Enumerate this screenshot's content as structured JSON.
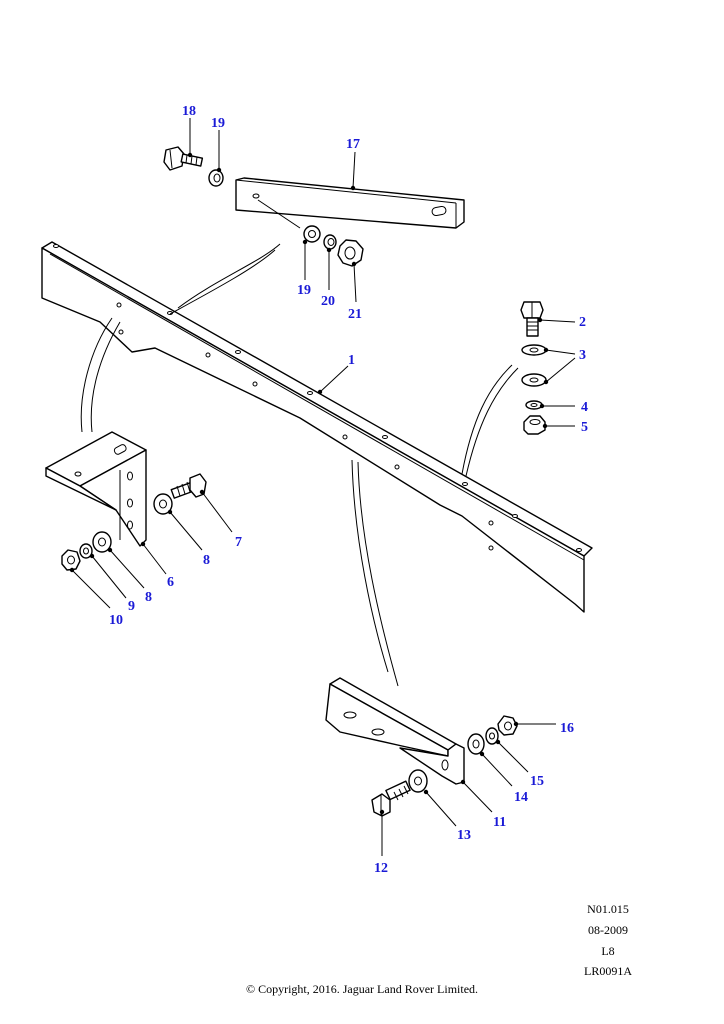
{
  "callouts": [
    {
      "n": "1"
    },
    {
      "n": "2"
    },
    {
      "n": "3"
    },
    {
      "n": "4"
    },
    {
      "n": "5"
    },
    {
      "n": "6"
    },
    {
      "n": "7"
    },
    {
      "n": "8"
    },
    {
      "n": "8"
    },
    {
      "n": "9"
    },
    {
      "n": "10"
    },
    {
      "n": "11"
    },
    {
      "n": "12"
    },
    {
      "n": "13"
    },
    {
      "n": "14"
    },
    {
      "n": "15"
    },
    {
      "n": "16"
    },
    {
      "n": "17"
    },
    {
      "n": "18"
    },
    {
      "n": "19"
    },
    {
      "n": "19"
    },
    {
      "n": "20"
    },
    {
      "n": "21"
    }
  ],
  "meta": {
    "code": "N01.015",
    "date": "08-2009",
    "level": "L8",
    "ref": "LR0091A"
  },
  "copyright": "© Copyright, 2016. Jaguar Land Rover Limited.",
  "colors": {
    "callout": "#1a1ad6",
    "line": "#000000"
  }
}
